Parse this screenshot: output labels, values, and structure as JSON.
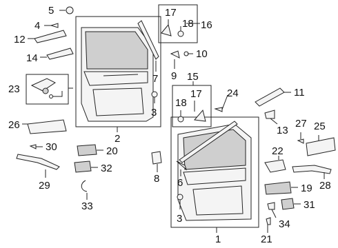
{
  "diagram": {
    "callouts": {
      "c1": "1",
      "c2": "2",
      "c3a": "3",
      "c3b": "3",
      "c4": "4",
      "c5": "5",
      "c6": "6",
      "c7": "7",
      "c8": "8",
      "c9": "9",
      "c10": "10",
      "c11": "11",
      "c12": "12",
      "c13": "13",
      "c14": "14",
      "c15": "15",
      "c16": "16",
      "c17a": "17",
      "c17b": "17",
      "c18a": "18",
      "c18b": "18",
      "c19": "19",
      "c20": "20",
      "c21": "21",
      "c22": "22",
      "c23": "23",
      "c24": "24",
      "c25": "25",
      "c26": "26",
      "c27": "27",
      "c28": "28",
      "c29": "29",
      "c30": "30",
      "c31": "31",
      "c32": "32",
      "c33": "33",
      "c34": "34"
    }
  }
}
